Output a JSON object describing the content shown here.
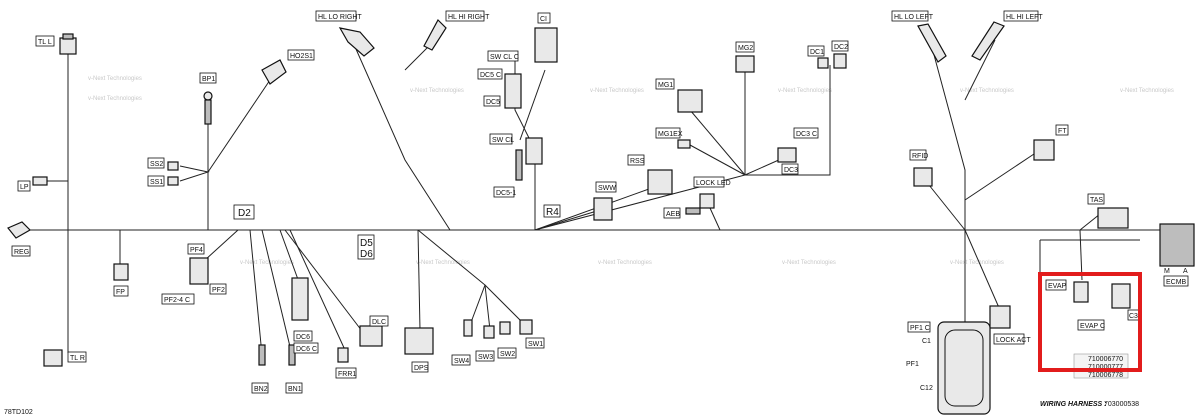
{
  "diagram": {
    "ref_code": "78TD102",
    "harness_label": "WIRING HARNESS :",
    "harness_number": "703000538",
    "watermark": "v-Next Technologies",
    "highlight_color": "#e21c1c",
    "part_numbers": [
      "710006770",
      "710000777",
      "710006778"
    ],
    "part_number_colors": [
      "#e07a00",
      "#d11a1a",
      "#1b9a2a"
    ],
    "labels": {
      "tl_l": "TL L",
      "lp": "LP",
      "reg": "REG",
      "tl_r": "TL R",
      "bp1": "BP1",
      "ss2": "SS2",
      "ss1": "SS1",
      "ho2s1": "HO2S1",
      "pf4": "PF4",
      "fp": "FP",
      "pf2_4c": "PF2-4 C",
      "pf2": "PF2",
      "d2": "D2",
      "bn2": "BN2",
      "bn1": "BN1",
      "dc6": "DC6",
      "dc6c": "DC6 C",
      "frr1": "FRR1",
      "dlc": "DLC",
      "d5": "D5",
      "d6": "D6",
      "dps": "DPS",
      "sw4": "SW4",
      "sw3": "SW3",
      "sw2": "SW2",
      "sw1": "SW1",
      "hl_lo_right": "HL LO RIGHT",
      "hl_hi_right": "HL HI RIGHT",
      "ci": "CI",
      "sw_cl_c": "SW CL C",
      "dc5_c": "DC5 C",
      "dc5": "DC5",
      "sw_cl": "SW CL",
      "dc5_1": "DC5-1",
      "r4": "R4",
      "sww": "SWW",
      "mg2": "MG2",
      "mg1": "MG1",
      "mg1ex": "MG1EX",
      "rss": "RSS",
      "lock_led": "LOCK LED",
      "aeb": "AEB",
      "dc1": "DC1",
      "dc2": "DC2",
      "dc3_c": "DC3 C",
      "dc3": "DC3",
      "hl_lo_left": "HL LO LEFT",
      "hl_hi_left": "HL HI LEFT",
      "ft": "FT",
      "rfid": "RFID",
      "tas": "TAS",
      "ecm_m": "M",
      "ecm_a": "A",
      "ecmb": "ECMB",
      "evap": "EVAP",
      "evap_c": "EVAP C",
      "evap_side": "C3",
      "lock_act": "LOCK ACT",
      "pf1_c": "PF1 C",
      "pf1": "PF1",
      "c1": "C1",
      "c12": "C12"
    }
  }
}
